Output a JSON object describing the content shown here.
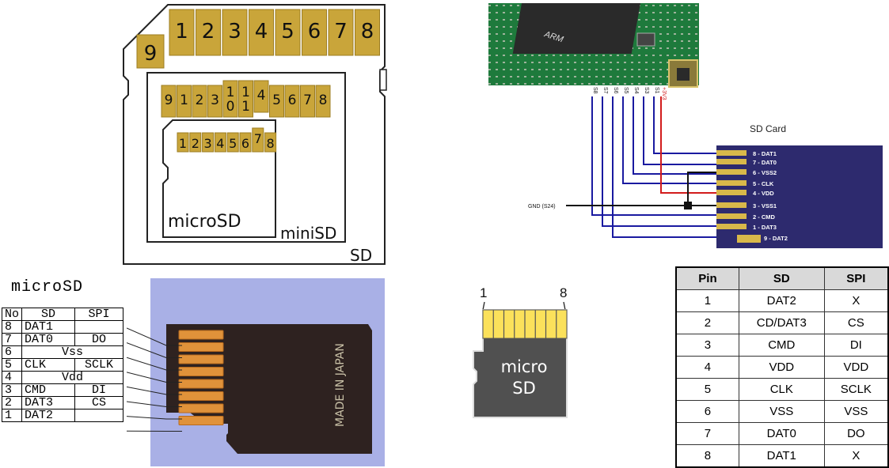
{
  "sd_adapter": {
    "sd_pins": [
      "9",
      "1",
      "2",
      "3",
      "4",
      "5",
      "6",
      "7",
      "8"
    ],
    "minisd_pins": [
      "9",
      "1",
      "2",
      "3",
      "10",
      "11",
      "4",
      "5",
      "6",
      "7",
      "8"
    ],
    "microsd_pins": [
      "1",
      "2",
      "3",
      "4",
      "5",
      "6",
      "7",
      "8"
    ],
    "microsd_label": "microSD",
    "minisd_label": "miniSD",
    "sd_label": "SD"
  },
  "schematic": {
    "title": "SD Card",
    "chip_text": "ARM",
    "gnd_label": "GND (S24)",
    "header_pins": [
      "S8",
      "S7",
      "S6",
      "S5",
      "S4",
      "S3",
      "S1",
      "+3V3"
    ],
    "card_pins": [
      "8 - DAT1",
      "7 - DAT0",
      "6 - VSS2",
      "5 - CLK",
      "4 - VDD",
      "3 - VSS1",
      "2 - CMD",
      "1 - DAT3",
      "9 - DAT2"
    ],
    "colors": {
      "wire": "#1a1aa0",
      "power": "#d21c1c",
      "card": "#2d2a6e",
      "board": "#1e7a3c"
    }
  },
  "microsd_photo": {
    "title": "microSD",
    "headers": [
      "No",
      "SD",
      "SPI"
    ],
    "rows": [
      {
        "no": "8",
        "sd": "DAT1",
        "spi": ""
      },
      {
        "no": "7",
        "sd": "DAT0",
        "spi": "DO"
      },
      {
        "no": "6",
        "merged": "Vss"
      },
      {
        "no": "5",
        "sd": "CLK",
        "spi": "SCLK"
      },
      {
        "no": "4",
        "merged": "Vdd"
      },
      {
        "no": "3",
        "sd": "CMD",
        "spi": "DI"
      },
      {
        "no": "2",
        "sd": "DAT3",
        "spi": "CS"
      },
      {
        "no": "1",
        "sd": "DAT2",
        "spi": ""
      }
    ],
    "card_text": "MADE IN JAPAN"
  },
  "microsd_icon": {
    "left_label": "1",
    "right_label": "8",
    "text_line1": "micro",
    "text_line2": "SD"
  },
  "pin_table": {
    "headers": [
      "Pin",
      "SD",
      "SPI"
    ],
    "rows": [
      [
        "1",
        "DAT2",
        "X"
      ],
      [
        "2",
        "CD/DAT3",
        "CS"
      ],
      [
        "3",
        "CMD",
        "DI"
      ],
      [
        "4",
        "VDD",
        "VDD"
      ],
      [
        "5",
        "CLK",
        "SCLK"
      ],
      [
        "6",
        "VSS",
        "VSS"
      ],
      [
        "7",
        "DAT0",
        "DO"
      ],
      [
        "8",
        "DAT1",
        "X"
      ]
    ]
  }
}
